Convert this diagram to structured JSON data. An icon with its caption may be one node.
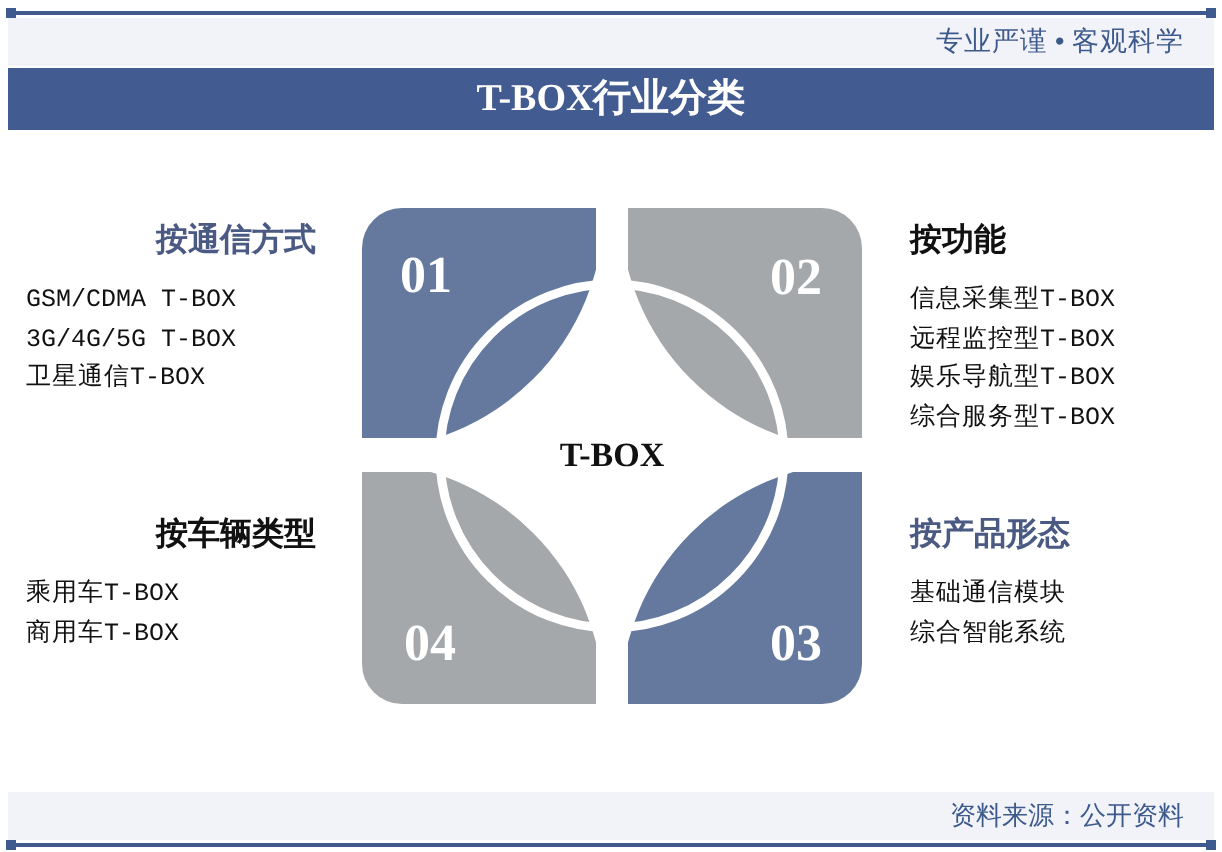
{
  "diagram": {
    "title": "T-BOX行业分类",
    "nodes": [
      {
        "text": [
          "01"
        ],
        "beside": [
          "按通信方式",
          "GSM/CDMA T-BOX",
          "3G/4G/5G T-BOX",
          "卫星通信T-BOX"
        ]
      },
      {
        "text": [
          "02"
        ],
        "beside": [
          "按功能",
          "信息采集型T-BOX",
          "远程监控型T-BOX",
          "娱乐导航型T-BOX",
          "综合服务型T-BOX"
        ]
      },
      {
        "text": [
          "T-BOX"
        ]
      },
      {
        "text": [
          "04"
        ],
        "beside": [
          "按车辆类型",
          "乘用车T-BOX",
          "商用车T-BOX"
        ]
      },
      {
        "text": [
          "03"
        ],
        "beside": [
          "按产品形态",
          "基础通信模块",
          "综合智能系统"
        ]
      }
    ],
    "labels": [
      "专业严谨 • 客观科学",
      "资料来源：公开资料"
    ]
  }
}
